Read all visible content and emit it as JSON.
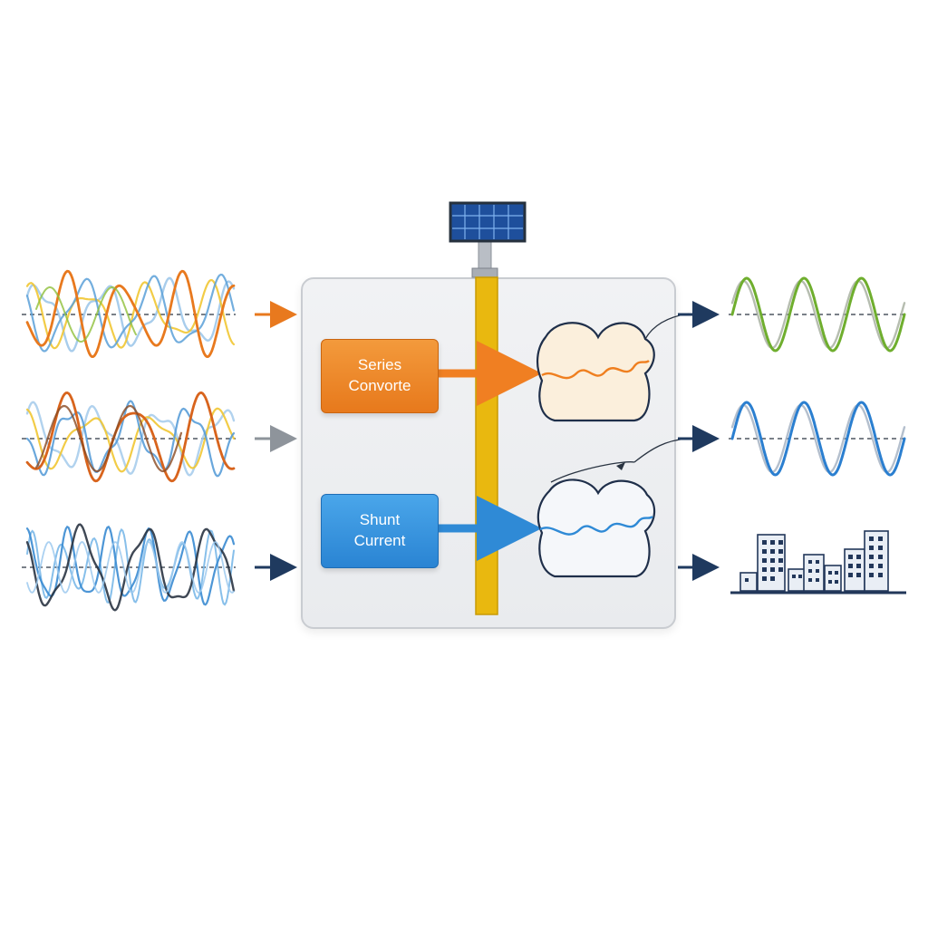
{
  "converters": {
    "series": {
      "line1": "Series",
      "line2": "Convorte"
    },
    "shunt": {
      "line1": "Shunt",
      "line2": "Current"
    }
  },
  "colors": {
    "orange": "#e8791e",
    "blue": "#2b7fd0",
    "green": "#6fae2e",
    "navy": "#1f3a5f",
    "gray": "#8e949b",
    "bus": "#e6b70e",
    "panel": "#eceef1"
  },
  "icons": {
    "solar": "solar-panel-icon",
    "load": "city-buildings-icon"
  }
}
